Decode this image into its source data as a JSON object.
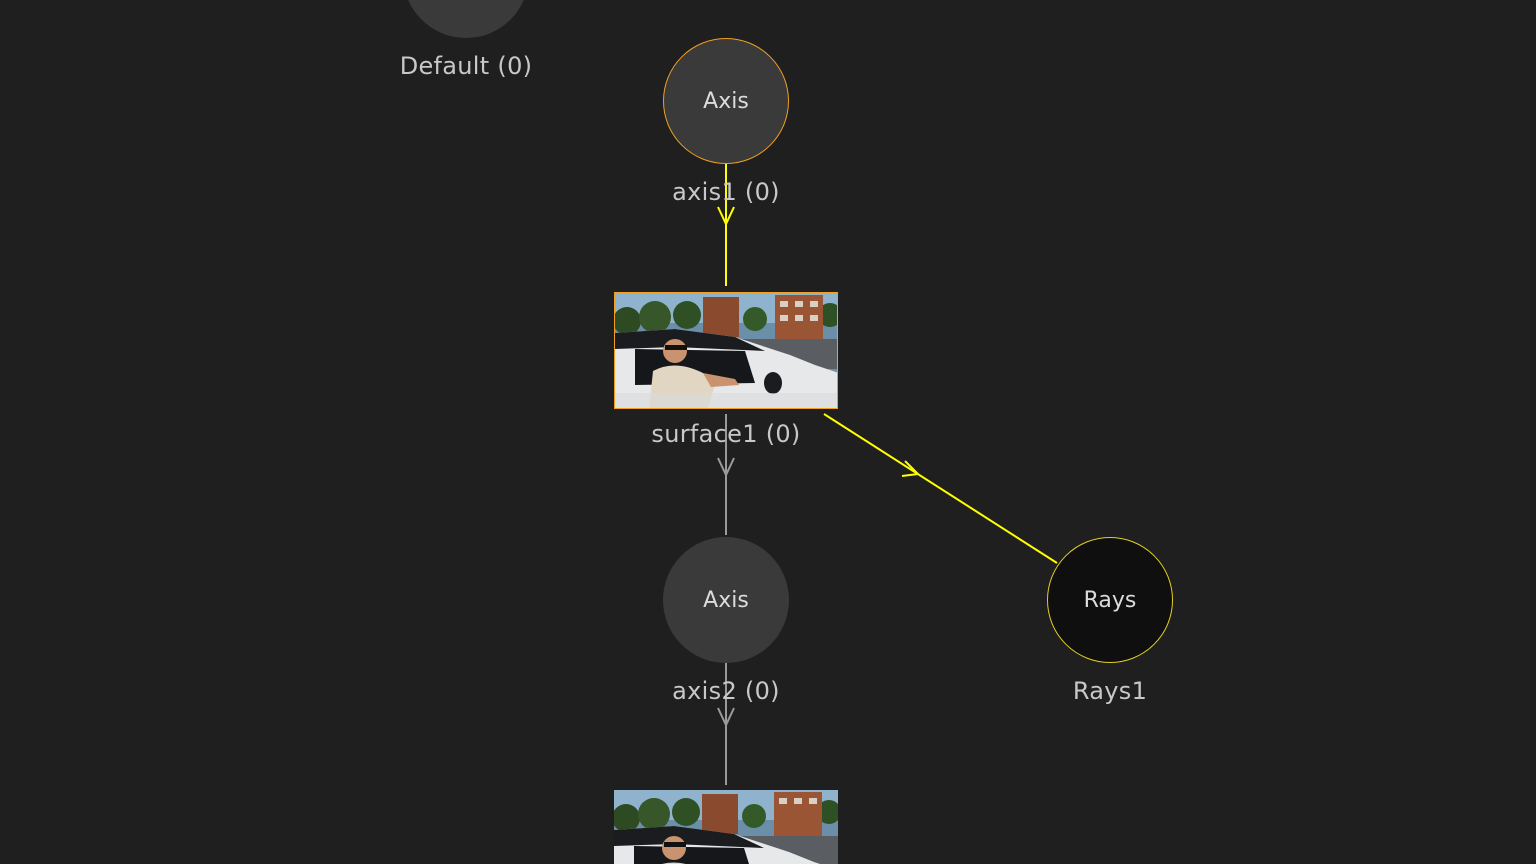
{
  "nodes": {
    "default": {
      "label": "Default (0)"
    },
    "axis1": {
      "type_label": "Axis",
      "label": "axis1 (0)"
    },
    "surface1": {
      "label": "surface1 (0)",
      "thumbnail": "car-driver-photo"
    },
    "axis2": {
      "type_label": "Axis",
      "label": "axis2 (0)"
    },
    "rays1": {
      "type_label": "Rays",
      "label": "Rays1"
    },
    "surface2": {
      "thumbnail": "car-driver-photo"
    }
  },
  "colors": {
    "background": "#1f1f1f",
    "node_fill": "#3a3a3a",
    "selected_border": "#f0a020",
    "active_edge": "#ffff00",
    "inactive_edge": "#9a9a9a",
    "rays_fill": "#0f0f0f",
    "rays_border": "#e0d020"
  }
}
